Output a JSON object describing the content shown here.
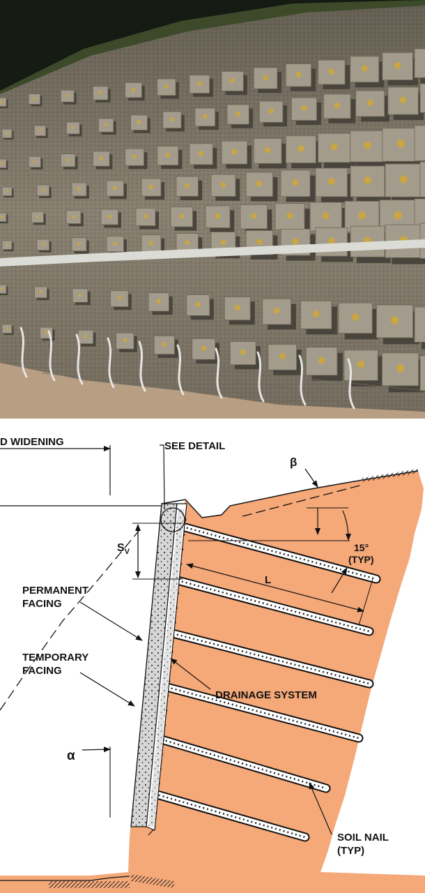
{
  "photo": {
    "colors": {
      "sky": "#151a12",
      "vegetation": "#3c4a2a",
      "shotcrete": "#8a8272",
      "plate": "#a39c8c",
      "plate_shadow": "#4a453c",
      "nut": "#c9a543",
      "pipe": "#e6e6e2",
      "ground": "#b89e83"
    }
  },
  "diagram": {
    "labels": {
      "road": "D WIDENING",
      "see_detail": "SEE DETAIL",
      "beta": "β",
      "sv_main": "S",
      "sv_sub": "V",
      "angle": "15°",
      "angle_typ": "(TYP)",
      "length": "L",
      "permanent_1": "PERMANENT",
      "permanent_2": "FACING",
      "temporary_1": "TEMPORARY",
      "temporary_2": "FACING",
      "drainage": "DRAINAGE SYSTEM",
      "alpha": "α",
      "soil_nail_1": "SOIL NAIL",
      "soil_nail_2": "(TYP)"
    },
    "colors": {
      "soil": "#f5a878",
      "line": "#111111",
      "facing": "#cfcfcf",
      "nail_fill": "#ffffff"
    }
  }
}
